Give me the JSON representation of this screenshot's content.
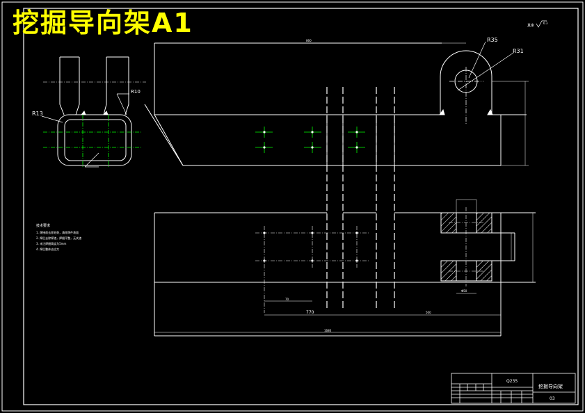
{
  "title": "挖掘导向架A1",
  "colors": {
    "background": "#000000",
    "line": "#ffffff",
    "title": "#ffff00",
    "center": "#00ff00",
    "hatch": "#ffffff"
  },
  "labels": {
    "r35": "R35",
    "r31": "R31",
    "r13": "R13",
    "r10": "R10",
    "roughness": "其余",
    "dim_770": "770",
    "dim_mid": "500",
    "dim_overall": "1680",
    "dim_70": "70",
    "dim_bore": "Φ50"
  },
  "notes": {
    "heading": "技术要求",
    "items": [
      "1. 焊接前去除毛刺，清除焊件表面",
      "2. 焊后去除焊渣，焊缝平整，无夹渣",
      "3. 未注焊缝高度为5mm",
      "4. 焊后整体去应力"
    ]
  },
  "titleblock": {
    "material": "Q235",
    "name": "挖掘导向架",
    "code": "03"
  }
}
